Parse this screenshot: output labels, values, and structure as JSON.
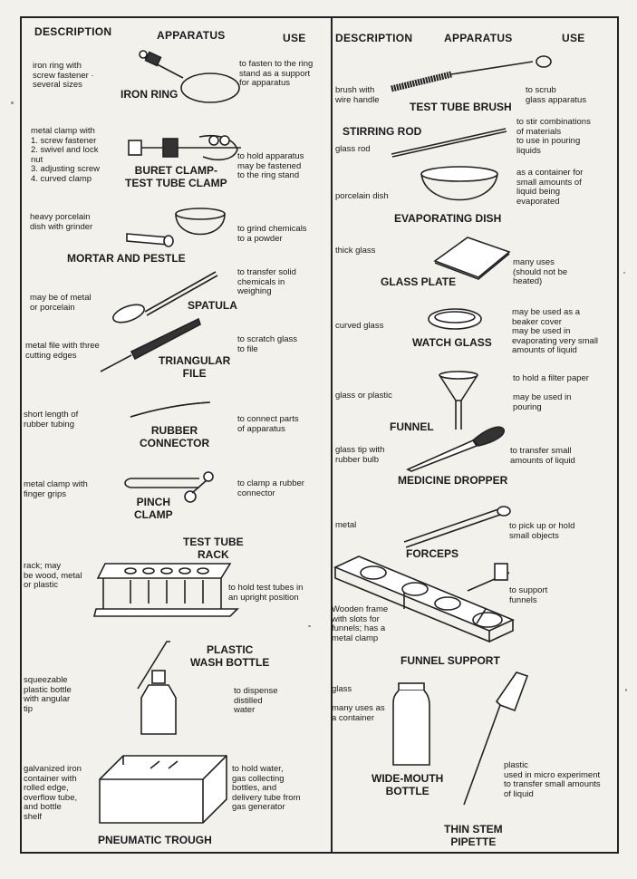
{
  "headers": {
    "left": {
      "description": "DESCRIPTION",
      "apparatus": "APPARATUS",
      "use": "USE"
    },
    "right": {
      "description": "DESCRIPTION",
      "apparatus": "APPARATUS",
      "use": "USE"
    }
  },
  "left_items": [
    {
      "name": "IRON RING",
      "description": "iron ring with\nscrew fastener ·\nseveral sizes",
      "use": "to fasten to the ring\nstand as a support\nfor apparatus",
      "icon": "iron-ring-icon"
    },
    {
      "name": "BURET CLAMP-\nTEST TUBE CLAMP",
      "description": "metal clamp with\n1.  screw fastener\n2.  swivel and lock\n      nut\n3.  adjusting screw\n4.  curved clamp",
      "use": "to hold apparatus\nmay be fastened\nto the ring stand",
      "icon": "buret-clamp-icon"
    },
    {
      "name": "MORTAR AND PESTLE",
      "description": "heavy porcelain\ndish with grinder",
      "use": "to grind chemicals\nto a powder",
      "icon": "mortar-pestle-icon"
    },
    {
      "name": "SPATULA",
      "description": "may be of metal\nor porcelain",
      "use": "to transfer solid\nchemicals in\nweighing",
      "icon": "spatula-icon"
    },
    {
      "name": "TRIANGULAR\nFILE",
      "description": "metal file with three\ncutting edges",
      "use": "to scratch glass\nto file",
      "icon": "triangular-file-icon"
    },
    {
      "name": "RUBBER\nCONNECTOR",
      "description": "short length of\nrubber tubing",
      "use": "to connect parts\nof apparatus",
      "icon": "rubber-connector-icon"
    },
    {
      "name": "PINCH\nCLAMP",
      "description": "metal clamp with\nfinger grips",
      "use": "to clamp a rubber\nconnector",
      "icon": "pinch-clamp-icon"
    },
    {
      "name": "TEST TUBE\nRACK",
      "description": "rack; may\nbe wood,  metal\nor plastic",
      "use": "to hold test tubes in\nan upright position",
      "icon": "test-tube-rack-icon"
    },
    {
      "name": "PLASTIC\nWASH BOTTLE",
      "description": "squeezable\nplastic bottle\nwith angular\ntip",
      "use": "to dispense\ndistilled\nwater",
      "icon": "wash-bottle-icon"
    },
    {
      "name": "PNEUMATIC TROUGH",
      "description": "galvanized iron\ncontainer with\nrolled edge,\noverflow tube,\nand bottle\nshelf",
      "use": "to hold water,\ngas collecting\nbottles, and\ndelivery tube from\ngas generator",
      "icon": "pneumatic-trough-icon"
    }
  ],
  "right_items": [
    {
      "name": "TEST TUBE BRUSH",
      "description": "brush with\nwire handle",
      "use": "to scrub\nglass apparatus",
      "icon": "test-tube-brush-icon"
    },
    {
      "name": "STIRRING ROD",
      "description": "glass rod",
      "use": "to stir combinations\nof materials\nto use in pouring\nliquids",
      "icon": "stirring-rod-icon"
    },
    {
      "name": "EVAPORATING DISH",
      "description": "porcelain dish",
      "use": "as a container for\nsmall amounts of\nliquid being\nevaporated",
      "icon": "evaporating-dish-icon"
    },
    {
      "name": "GLASS PLATE",
      "description": "thick glass",
      "use": "many uses\n(should not be\nheated)",
      "icon": "glass-plate-icon"
    },
    {
      "name": "WATCH GLASS",
      "description": "curved glass",
      "use": "may be used as a\nbeaker cover\nmay be used in\nevaporating very small\namounts of liquid",
      "icon": "watch-glass-icon"
    },
    {
      "name": "FUNNEL",
      "description": "glass or plastic",
      "use": "to hold a filter paper\n\nmay be used in\npouring",
      "icon": "funnel-icon"
    },
    {
      "name": "MEDICINE DROPPER",
      "description": "glass tip with\nrubber bulb",
      "use": "to transfer small\namounts of liquid",
      "icon": "medicine-dropper-icon"
    },
    {
      "name": "FORCEPS",
      "description": "metal",
      "use": "to pick up or hold\nsmall objects",
      "icon": "forceps-icon"
    },
    {
      "name": "FUNNEL SUPPORT",
      "description": "Wooden frame\nwith slots for\nfunnels; has a\nmetal clamp",
      "use": "to support\nfunnels",
      "icon": "funnel-support-icon"
    },
    {
      "name": "WIDE-MOUTH\nBOTTLE",
      "description": "glass\n\nmany uses as\na container",
      "use": "",
      "icon": "wide-mouth-bottle-icon"
    },
    {
      "name": "THIN STEM\nPIPETTE",
      "description": "",
      "use": "plastic\nused in micro experiment\nto transfer small amounts\nof liquid",
      "icon": "thin-stem-pipette-icon"
    }
  ]
}
